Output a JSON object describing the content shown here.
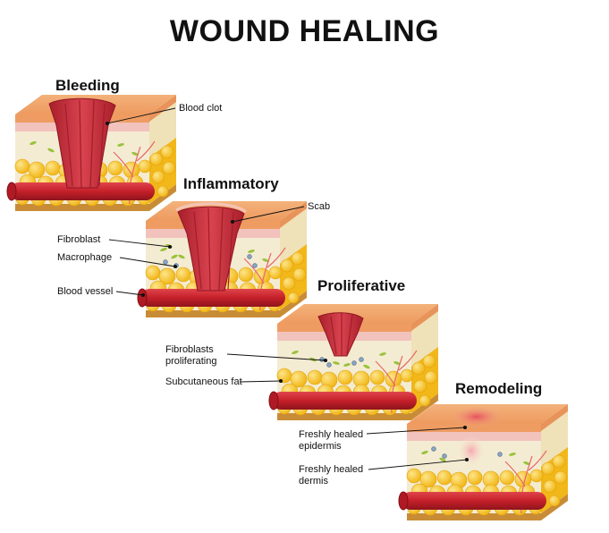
{
  "title": "WOUND HEALING",
  "stages": [
    {
      "name": "Bleeding",
      "labels": [
        "Blood clot"
      ]
    },
    {
      "name": "Inflammatory",
      "labels": [
        "Scab",
        "Fibroblast",
        "Macrophage",
        "Blood vessel"
      ]
    },
    {
      "name": "Proliferative",
      "labels": [
        "Fibroblasts\nproliferating",
        "Subcutaneous fat"
      ]
    },
    {
      "name": "Remodeling",
      "labels": [
        "Freshly healed\nepidermis",
        "Freshly healed\ndermis"
      ]
    }
  ],
  "colors": {
    "epidermis": "#f0a873",
    "skin_pink": "#f2c2bd",
    "dermis": "#f4ecd2",
    "fat": "#f6c21b",
    "vessel": "#c9222b",
    "wound": "#c92d3a",
    "base": "#d6a04a"
  }
}
